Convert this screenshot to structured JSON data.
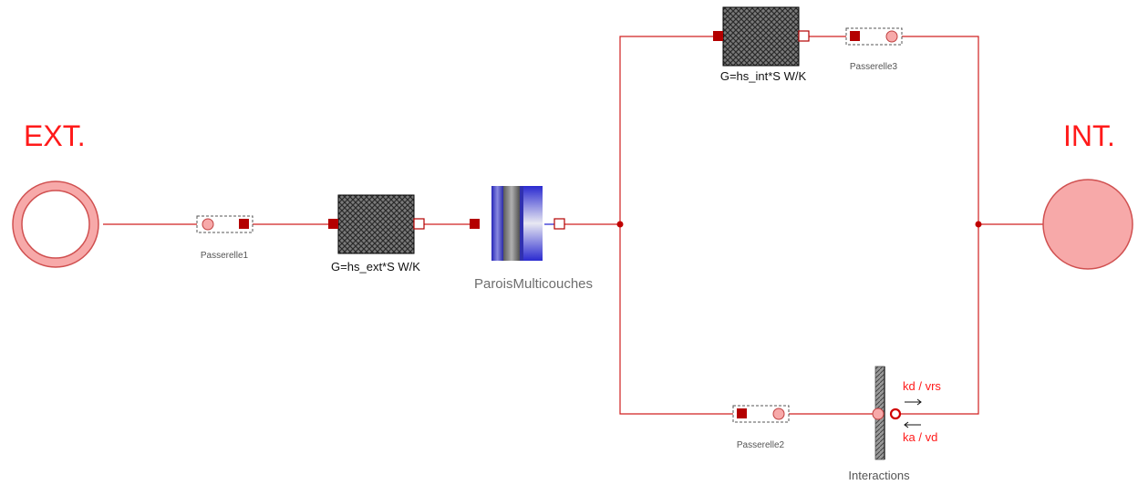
{
  "nodes": {
    "ext_label": "EXT.",
    "int_label": "INT."
  },
  "components": {
    "passerelle1": "Passerelle1",
    "passerelle2": "Passerelle2",
    "passerelle3": "Passerelle3",
    "conductance_ext": "G=hs_ext*S W/K",
    "conductance_int": "G=hs_int*S W/K",
    "wall": "ParoisMulticouches",
    "interactions": "Interactions",
    "kd_label": "kd / vrs",
    "ka_label": "ka / vd"
  },
  "colors": {
    "wire": "#d02020",
    "port_filled": "#b40000",
    "port_pink": "#f7a9a9",
    "accent_red": "#ff1a1a"
  }
}
